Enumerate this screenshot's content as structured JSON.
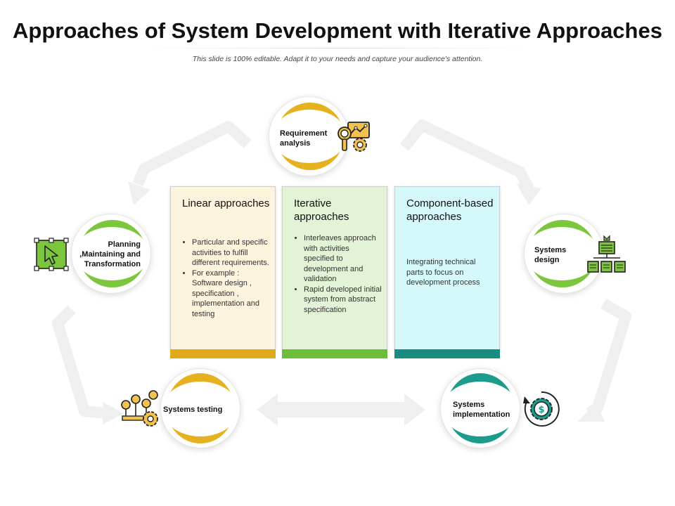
{
  "header": {
    "title": "Approaches of System Development with Iterative Approaches",
    "subtitle": "This slide is 100% editable. Adapt it to your needs and capture your audience's attention."
  },
  "cycle": {
    "requirement": {
      "label": "Requirement analysis",
      "color": "#E6B11F",
      "icon": "magnifier-gear-chart-icon"
    },
    "design": {
      "label": "Systems design",
      "color": "#7CC63E",
      "icon": "hierarchy-chart-icon"
    },
    "implementation": {
      "label": "Systems implementation",
      "color": "#1D9C8E",
      "icon": "dollar-gear-icon"
    },
    "testing": {
      "label": "Systems testing",
      "color": "#E6B11F",
      "icon": "testing-gears-icon"
    },
    "planning": {
      "label": "Planning ,Maintaining and Transformation",
      "color": "#7CC63E",
      "icon": "cursor-select-icon"
    }
  },
  "cards": [
    {
      "title": "Linear approaches",
      "bullets": [
        "Particular and specific activities to fulfill different requirements.",
        "For example : Software design , specification , implementation and testing"
      ],
      "bg": "#FDF4DE",
      "band": "#E2A91C"
    },
    {
      "title": "Iterative approaches",
      "bullets": [
        "Interleaves approach with activities specified to development and validation",
        "Rapid developed initial system from abstract specification"
      ],
      "bg": "#E3F3D6",
      "band": "#6CBE3A"
    },
    {
      "title": "Component-based approaches",
      "text": "Integrating technical parts to focus on development process",
      "bg": "#D5F8FA",
      "band": "#188C83"
    }
  ]
}
